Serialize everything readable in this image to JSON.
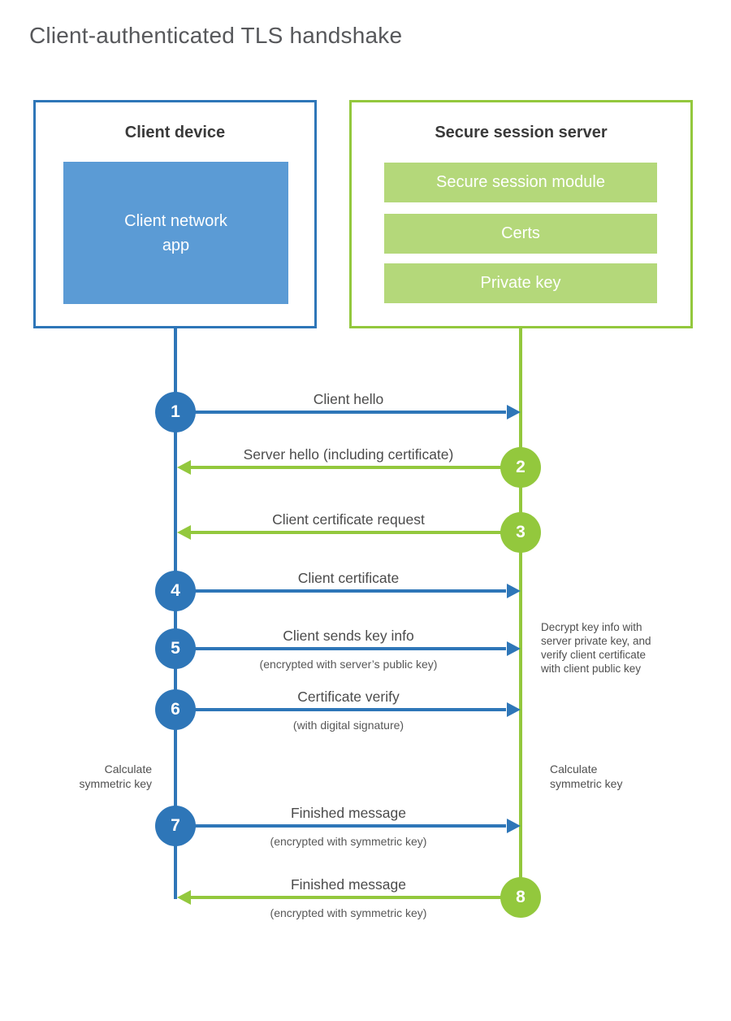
{
  "title": "Client-authenticated TLS handshake",
  "colors": {
    "blue": "#2e76b8",
    "blue_light": "#5b9bd5",
    "green": "#93c83d",
    "green_light": "#b4d87a"
  },
  "client": {
    "title": "Client device",
    "module": "Client network\napp"
  },
  "server": {
    "title": "Secure session server",
    "modules": [
      "Secure session module",
      "Certs",
      "Private key"
    ]
  },
  "messages": [
    {
      "num": "1",
      "from": "client",
      "to": "server",
      "label": "Client hello",
      "sub": ""
    },
    {
      "num": "2",
      "from": "server",
      "to": "client",
      "label": "Server hello (including certificate)",
      "sub": ""
    },
    {
      "num": "3",
      "from": "server",
      "to": "client",
      "label": "Client certificate request",
      "sub": ""
    },
    {
      "num": "4",
      "from": "client",
      "to": "server",
      "label": "Client certificate",
      "sub": ""
    },
    {
      "num": "5",
      "from": "client",
      "to": "server",
      "label": "Client sends key info",
      "sub": "(encrypted with server’s public key)"
    },
    {
      "num": "6",
      "from": "client",
      "to": "server",
      "label": "Certificate verify",
      "sub": "(with digital signature)"
    },
    {
      "num": "7",
      "from": "client",
      "to": "server",
      "label": "Finished message",
      "sub": "(encrypted with symmetric key)"
    },
    {
      "num": "8",
      "from": "server",
      "to": "client",
      "label": "Finished message",
      "sub": "(encrypted with symmetric key)"
    }
  ],
  "annotations": {
    "decrypt_note": "Decrypt key info with\nserver private key, and\nverify client certificate\nwith client public key",
    "left_calculate": "Calculate\nsymmetric key",
    "right_calculate": "Calculate\nsymmetric key"
  }
}
